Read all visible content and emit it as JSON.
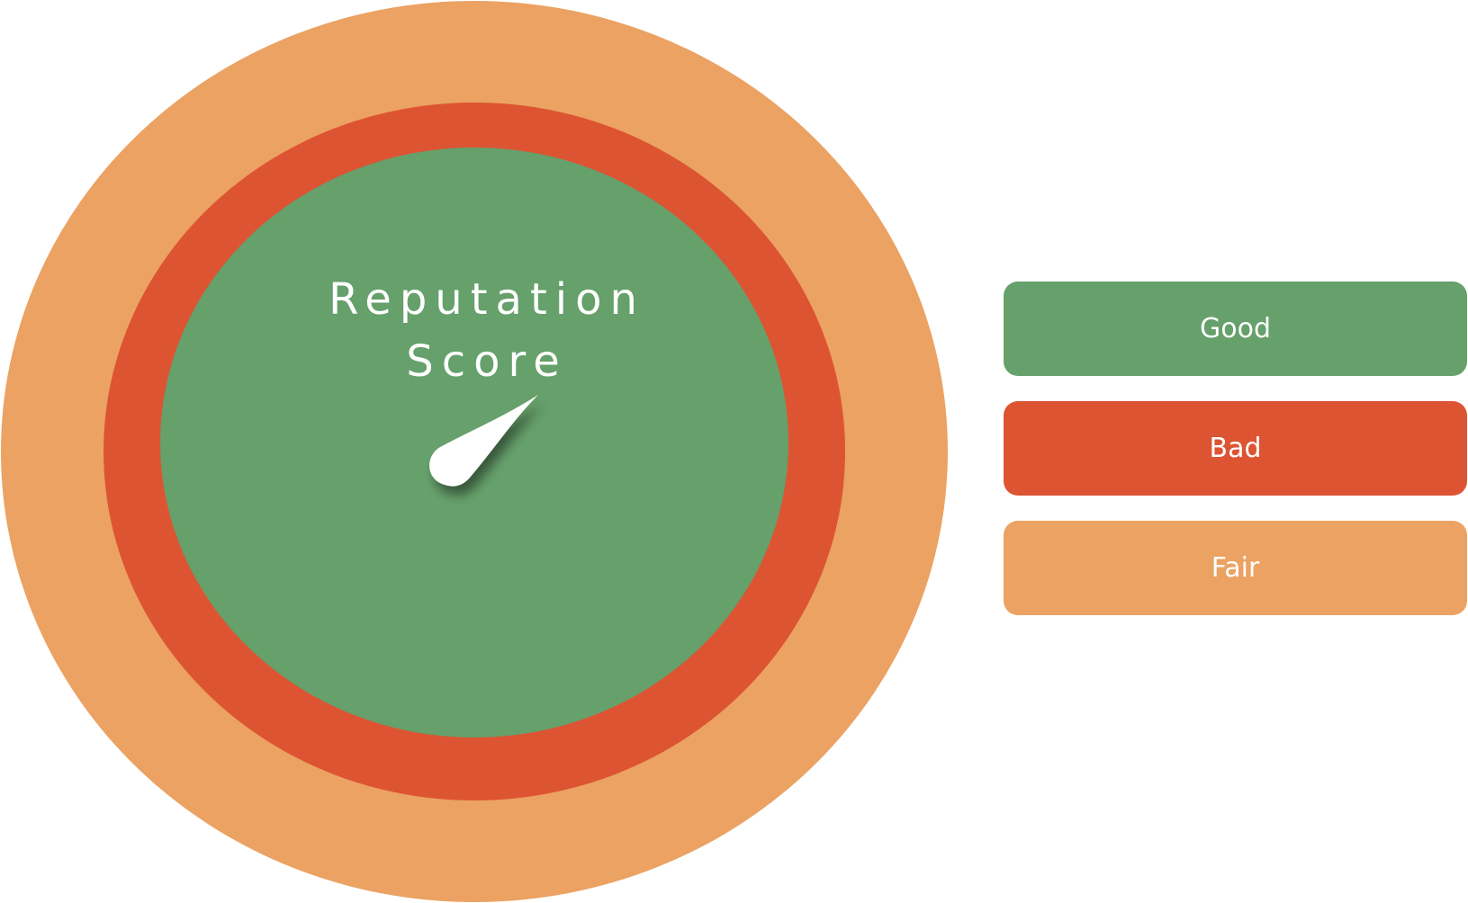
{
  "diagram": {
    "center_label_line1": "Reputation",
    "center_label_line2": "Score",
    "rings": [
      {
        "name": "outer-ring",
        "color": "#EBA262"
      },
      {
        "name": "middle-ring",
        "color": "#DD5433"
      },
      {
        "name": "inner-ring",
        "color": "#66A06B"
      }
    ],
    "needle": {
      "color": "#ffffff",
      "icon": "gauge-needle-icon"
    }
  },
  "legend": {
    "good": {
      "label": "Good",
      "color": "#66A06B"
    },
    "bad": {
      "label": "Bad",
      "color": "#DD5433"
    },
    "fair": {
      "label": "Fair",
      "color": "#EBA262"
    }
  }
}
